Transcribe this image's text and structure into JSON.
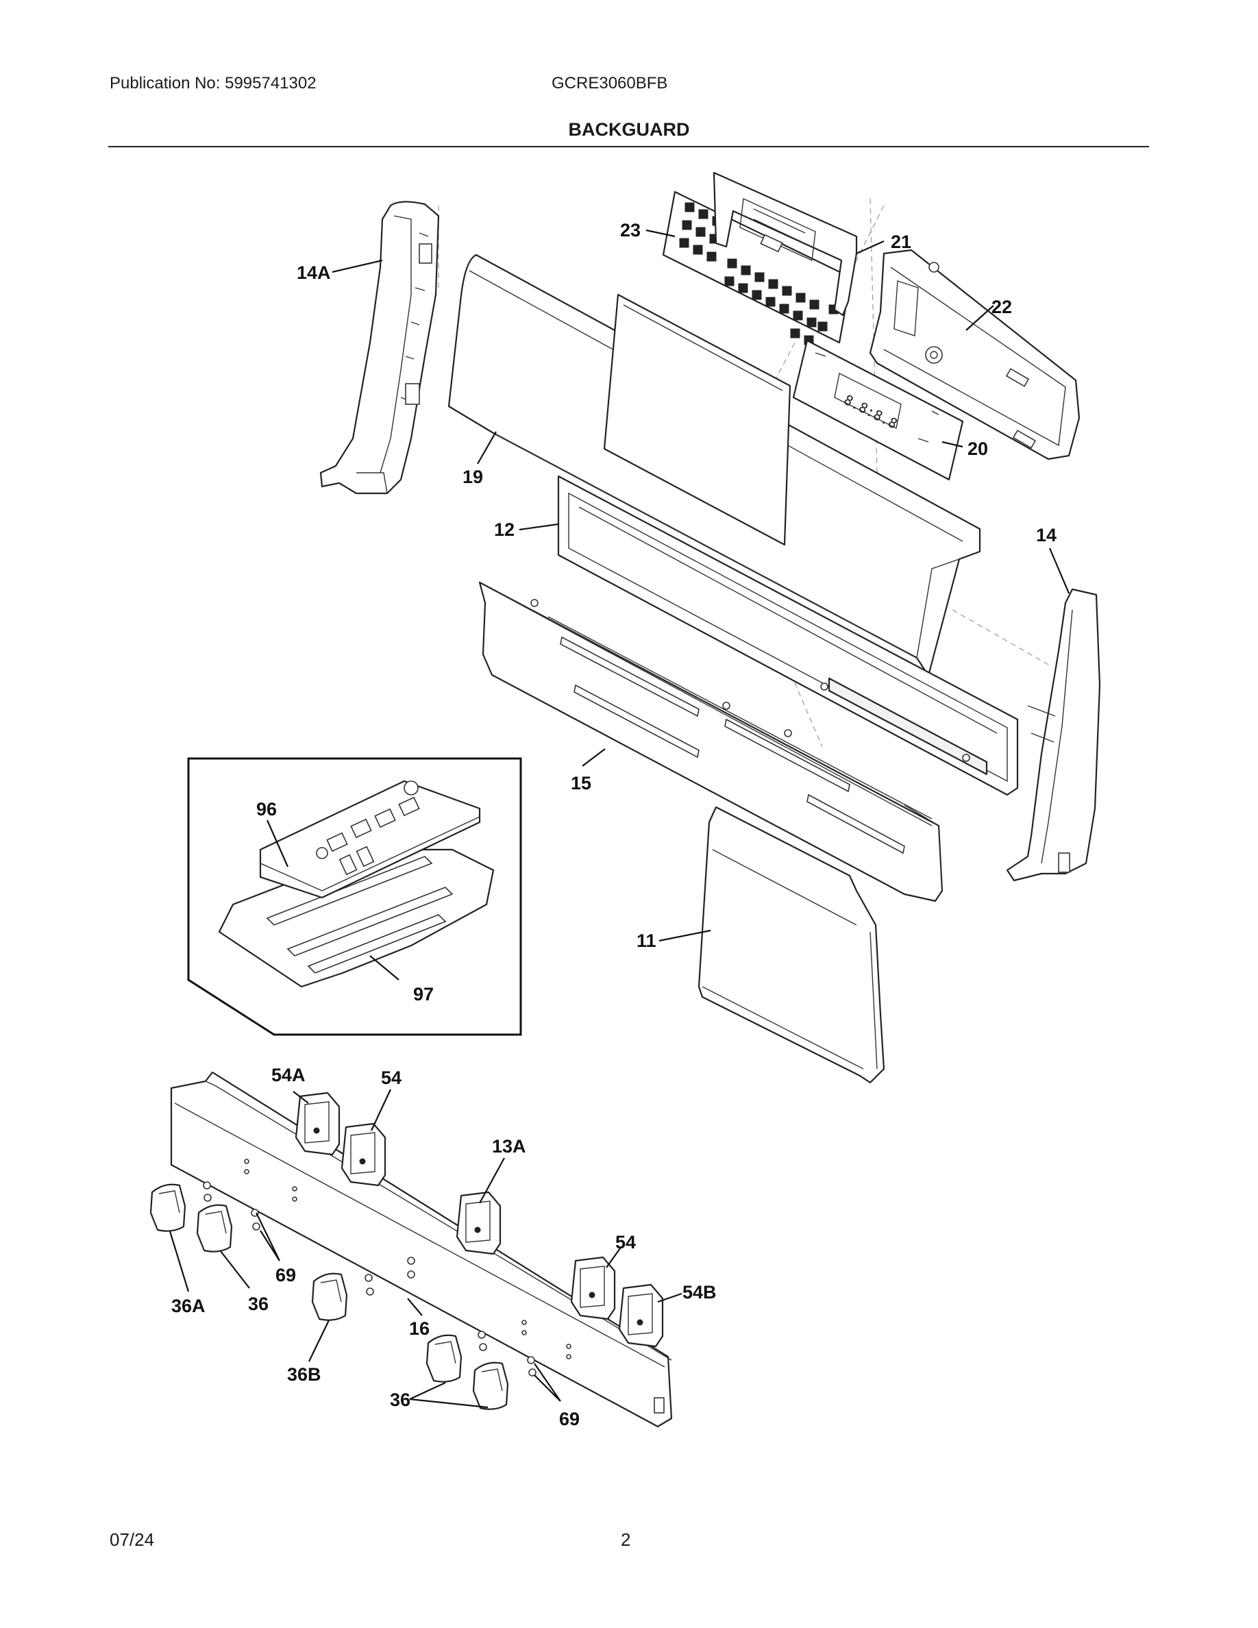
{
  "header": {
    "publication": "Publication No: 5995741302",
    "model": "GCRE3060BFB",
    "title": "BACKGUARD"
  },
  "footer": {
    "date": "07/24",
    "page": "2"
  },
  "callouts": {
    "p23": "23",
    "p21": "21",
    "p22": "22",
    "p14A": "14A",
    "p19": "19",
    "p20": "20",
    "p12": "12",
    "p14": "14",
    "p15": "15",
    "p96": "96",
    "p97": "97",
    "p11": "11",
    "p54A": "54A",
    "p54a": "54",
    "p13A": "13A",
    "p54b": "54",
    "p54B": "54B",
    "p69a": "69",
    "p36A": "36A",
    "p36a": "36",
    "p16": "16",
    "p36B": "36B",
    "p36b": "36",
    "p69b": "69"
  }
}
